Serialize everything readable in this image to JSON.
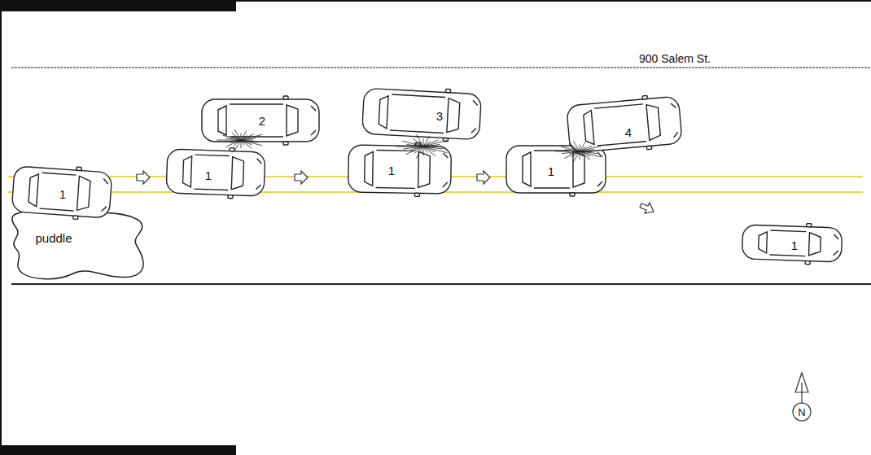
{
  "diagram": {
    "labels": [
      "900 Salem St.",
      "1",
      "puddle",
      "2",
      "1",
      "3",
      "1",
      "1",
      "4",
      "1",
      "N"
    ]
  }
}
